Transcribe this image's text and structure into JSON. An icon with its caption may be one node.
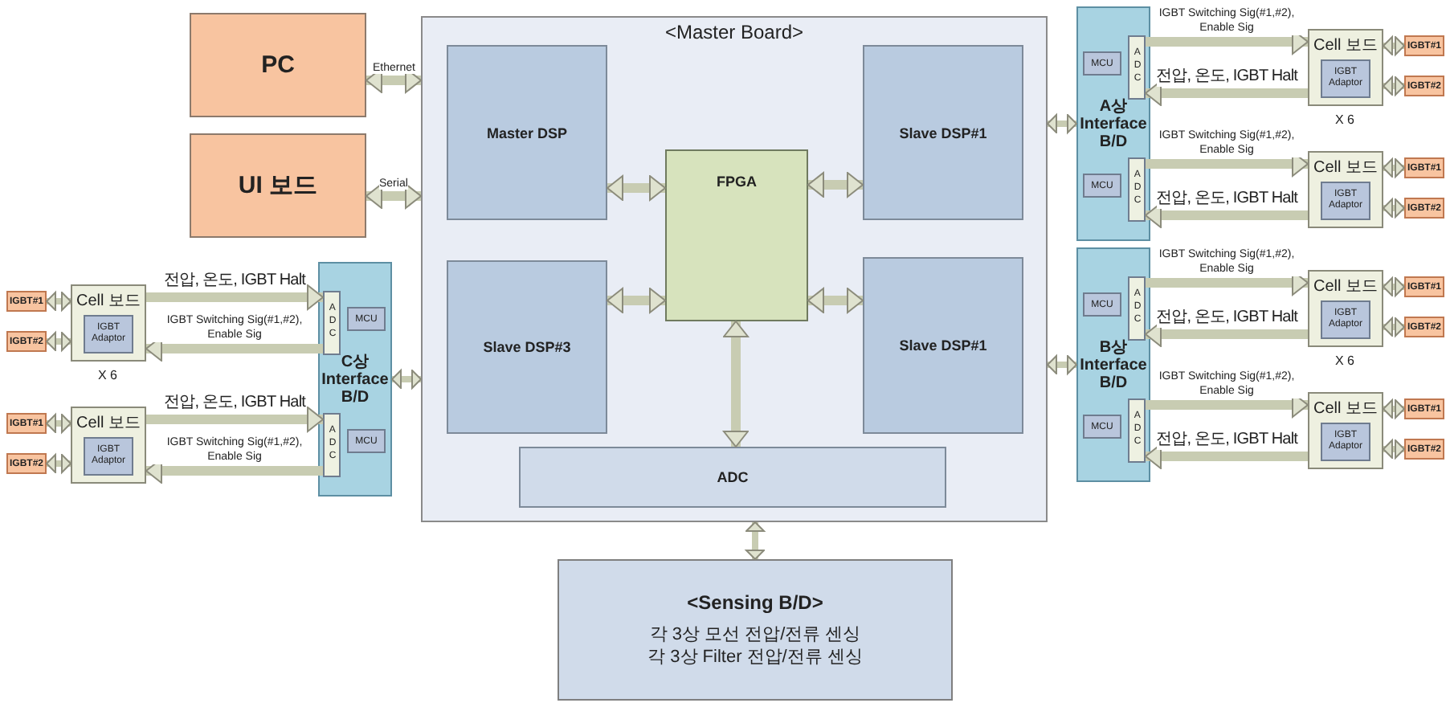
{
  "diagram": {
    "nodes": [
      {
        "text": [
          "PC"
        ]
      },
      {
        "text": [
          "UI 보드"
        ]
      },
      {
        "text": [
          "<Master Board>"
        ]
      },
      {
        "text": [
          "Master DSP"
        ],
        "in": 2
      },
      {
        "text": [
          "Slave DSP#1"
        ],
        "in": 2
      },
      {
        "text": [
          "FPGA"
        ],
        "in": 2
      },
      {
        "text": [
          "Slave DSP#3"
        ],
        "in": 2
      },
      {
        "text": [
          "Slave DSP#1"
        ],
        "in": 2
      },
      {
        "text": [
          "ADC"
        ],
        "in": 2
      },
      {
        "text": [
          "A상 Interface B/D"
        ]
      },
      {
        "text": [
          "MCU"
        ],
        "in": 9
      },
      {
        "text": [
          "ADC"
        ],
        "in": 9
      },
      {
        "text": [
          "MCU"
        ],
        "in": 9
      },
      {
        "text": [
          "ADC"
        ],
        "in": 9
      },
      {
        "text": [
          "Cell 보드"
        ]
      },
      {
        "text": [
          "IGBT Adaptor"
        ],
        "in": 14
      },
      {
        "text": [
          "IGBT#1"
        ]
      },
      {
        "text": [
          "IGBT#2"
        ]
      },
      {
        "text": [
          "Cell 보드"
        ]
      },
      {
        "text": [
          "IGBT Adaptor"
        ],
        "in": 18
      },
      {
        "text": [
          "IGBT#1"
        ]
      },
      {
        "text": [
          "IGBT#2"
        ]
      },
      {
        "text": [
          "B상 Interface B/D"
        ]
      },
      {
        "text": [
          "MCU"
        ],
        "in": 22
      },
      {
        "text": [
          "ADC"
        ],
        "in": 22
      },
      {
        "text": [
          "MCU"
        ],
        "in": 22
      },
      {
        "text": [
          "ADC"
        ],
        "in": 22
      },
      {
        "text": [
          "Cell 보드"
        ]
      },
      {
        "text": [
          "IGBT Adaptor"
        ],
        "in": 27
      },
      {
        "text": [
          "IGBT#1"
        ]
      },
      {
        "text": [
          "IGBT#2"
        ]
      },
      {
        "text": [
          "Cell 보드"
        ]
      },
      {
        "text": [
          "IGBT Adaptor"
        ],
        "in": 31
      },
      {
        "text": [
          "IGBT#1"
        ]
      },
      {
        "text": [
          "IGBT#2"
        ]
      },
      {
        "text": [
          "C상 Interface B/D"
        ]
      },
      {
        "text": [
          "ADC"
        ],
        "in": 35
      },
      {
        "text": [
          "MCU"
        ],
        "in": 35
      },
      {
        "text": [
          "ADC"
        ],
        "in": 35
      },
      {
        "text": [
          "MCU"
        ],
        "in": 35
      },
      {
        "text": [
          "Cell 보드"
        ]
      },
      {
        "text": [
          "IGBT Adaptor"
        ],
        "in": 40
      },
      {
        "text": [
          "IGBT#1"
        ]
      },
      {
        "text": [
          "IGBT#2"
        ]
      },
      {
        "text": [
          "Cell 보드"
        ]
      },
      {
        "text": [
          "IGBT Adaptor"
        ],
        "in": 44
      },
      {
        "text": [
          "IGBT#1"
        ]
      },
      {
        "text": [
          "IGBT#2"
        ]
      },
      {
        "text": [
          "<Sensing B/D>",
          "각 3상 모선 전압/전류 센싱",
          "각 3상 Filter 전압/전류 센싱"
        ]
      }
    ],
    "edges": [
      {
        "from": 0,
        "to": 2,
        "arrow": "both",
        "label": "Ethernet"
      },
      {
        "from": 1,
        "to": 2,
        "arrow": "both",
        "label": "Serial"
      },
      {
        "from": 3,
        "to": 5,
        "arrow": "both"
      },
      {
        "from": 5,
        "to": 4,
        "arrow": "both"
      },
      {
        "from": 6,
        "to": 5,
        "arrow": "both"
      },
      {
        "from": 5,
        "to": 7,
        "arrow": "both"
      },
      {
        "from": 5,
        "to": 8,
        "arrow": "both"
      },
      {
        "from": 2,
        "to": 48,
        "arrow": "both"
      },
      {
        "from": 2,
        "to": 9,
        "arrow": "both"
      },
      {
        "from": 2,
        "to": 22,
        "arrow": "both"
      },
      {
        "from": 35,
        "to": 2,
        "arrow": "both"
      },
      {
        "from": 11,
        "to": 14,
        "arrow": "to",
        "label": "IGBT Switching Sig(#1,#2), Enable Sig"
      },
      {
        "from": 14,
        "to": 11,
        "arrow": "to",
        "label": "전압, 온도, IGBT Halt"
      },
      {
        "from": 14,
        "to": 16,
        "arrow": "both"
      },
      {
        "from": 14,
        "to": 17,
        "arrow": "both"
      },
      {
        "from": 13,
        "to": 18,
        "arrow": "to",
        "label": "IGBT Switching Sig(#1,#2), Enable Sig"
      },
      {
        "from": 18,
        "to": 13,
        "arrow": "to",
        "label": "전압, 온도, IGBT Halt"
      },
      {
        "from": 18,
        "to": 20,
        "arrow": "both"
      },
      {
        "from": 18,
        "to": 21,
        "arrow": "both"
      },
      {
        "from": 24,
        "to": 27,
        "arrow": "to",
        "label": "IGBT Switching Sig(#1,#2), Enable Sig"
      },
      {
        "from": 27,
        "to": 24,
        "arrow": "to",
        "label": "전압, 온도, IGBT Halt"
      },
      {
        "from": 27,
        "to": 29,
        "arrow": "both"
      },
      {
        "from": 27,
        "to": 30,
        "arrow": "both"
      },
      {
        "from": 26,
        "to": 31,
        "arrow": "to",
        "label": "IGBT Switching Sig(#1,#2), Enable Sig"
      },
      {
        "from": 31,
        "to": 26,
        "arrow": "to",
        "label": "전압, 온도, IGBT Halt"
      },
      {
        "from": 31,
        "to": 33,
        "arrow": "both"
      },
      {
        "from": 31,
        "to": 34,
        "arrow": "both"
      },
      {
        "from": 40,
        "to": 36,
        "arrow": "to",
        "label": "전압, 온도, IGBT Halt"
      },
      {
        "from": 36,
        "to": 40,
        "arrow": "to",
        "label": "IGBT Switching Sig(#1,#2), Enable Sig"
      },
      {
        "from": 42,
        "to": 40,
        "arrow": "both"
      },
      {
        "from": 43,
        "to": 40,
        "arrow": "both"
      },
      {
        "from": 44,
        "to": 38,
        "arrow": "to",
        "label": "전압, 온도, IGBT Halt"
      },
      {
        "from": 38,
        "to": 44,
        "arrow": "to",
        "label": "IGBT Switching Sig(#1,#2), Enable Sig"
      },
      {
        "from": 46,
        "to": 44,
        "arrow": "both"
      },
      {
        "from": 47,
        "to": 44,
        "arrow": "both"
      }
    ],
    "labels": [
      "X 6",
      "X 6",
      "X 6"
    ]
  }
}
